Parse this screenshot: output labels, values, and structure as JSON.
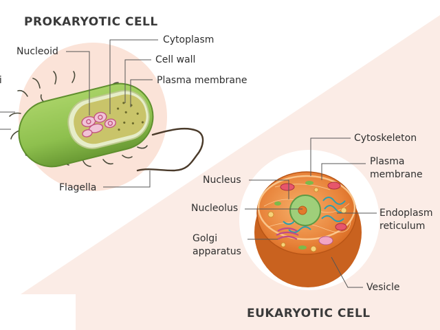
{
  "prokaryote": {
    "title": "PROKARYOTIC CELL",
    "labels": {
      "pili": "li",
      "nucleoid": "Nucleoid",
      "cytoplasm": "Cytoplasm",
      "cell_wall": "Cell wall",
      "plasma_membrane": "Plasma membrane",
      "flagella": "Flagella"
    }
  },
  "eukaryote": {
    "title": "EUKARYOTIC CELL",
    "labels": {
      "cytoskeleton": "Cytoskeleton",
      "plasma_membrane_line1": "Plasma",
      "plasma_membrane_line2": "membrane",
      "nucleus": "Nucleus",
      "nucleolus": "Nucleolus",
      "er_line1": "Endoplasm",
      "er_line2": "reticulum",
      "golgi_line1": "Golgi",
      "golgi_line2": "apparatus",
      "vesicle": "Vesicle"
    }
  },
  "colors": {
    "background_tint": "#fbece6",
    "bacterium_green": "#8ec04e",
    "bacterium_dark_green": "#5f8f2e",
    "cytoplasm_yellow": "#c9c46a",
    "nucleoid_pink": "#e8a9c6",
    "cell_orange": "#e8833a",
    "nucleus_green": "#9fcf7a",
    "leader_line": "#555555",
    "text": "#2e2e2e"
  }
}
